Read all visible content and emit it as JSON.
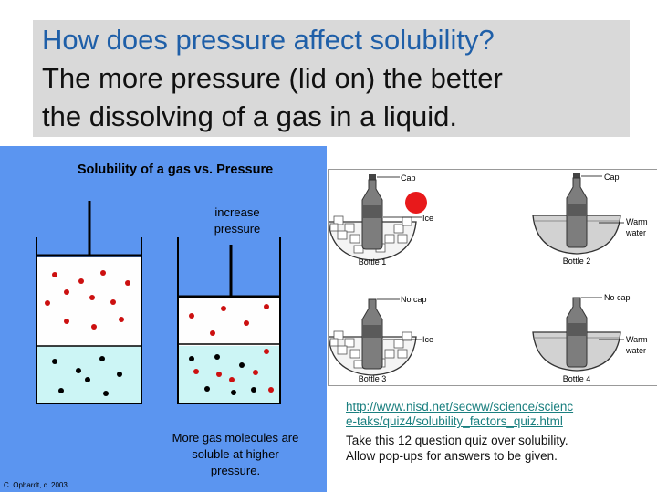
{
  "title": {
    "question": "How does pressure affect solubility?",
    "answer_line1": "The more pressure (lid on) the better",
    "answer_line2": "the dissolving of a gas in a liquid."
  },
  "left_figure": {
    "title": "Solubility of a gas vs. Pressure",
    "arrow_label_1": "increase",
    "arrow_label_2": "pressure",
    "caption_line1": "More gas molecules are",
    "caption_line2": "soluble at higher",
    "caption_line3": "pressure.",
    "credit": "C. Ophardt, c. 2003",
    "colors": {
      "background": "#5b95f0",
      "gas": "#ffffff",
      "liquid": "#ccf5f5",
      "red_molecule": "#cc1010",
      "black_molecule": "#000000"
    }
  },
  "right_figure": {
    "bottle1": {
      "label": "Bottle 1",
      "top_callout": "Cap",
      "side_callout": "Ice"
    },
    "bottle2": {
      "label": "Bottle 2",
      "top_callout": "Cap",
      "side_callout_1": "Warm",
      "side_callout_2": "water"
    },
    "bottle3": {
      "label": "Bottle 3",
      "top_callout": "No cap",
      "side_callout": "Ice"
    },
    "bottle4": {
      "label": "Bottle 4",
      "top_callout": "No cap",
      "side_callout_1": "Warm",
      "side_callout_2": "water"
    }
  },
  "link": {
    "line1": "http://www.nisd.net/secww/science/scienc",
    "line2": "e-taks/quiz4/solubility_factors_quiz.html"
  },
  "note": {
    "line1": "Take this 12 question quiz over solubility.",
    "line2": "Allow pop-ups for answers to be given."
  }
}
